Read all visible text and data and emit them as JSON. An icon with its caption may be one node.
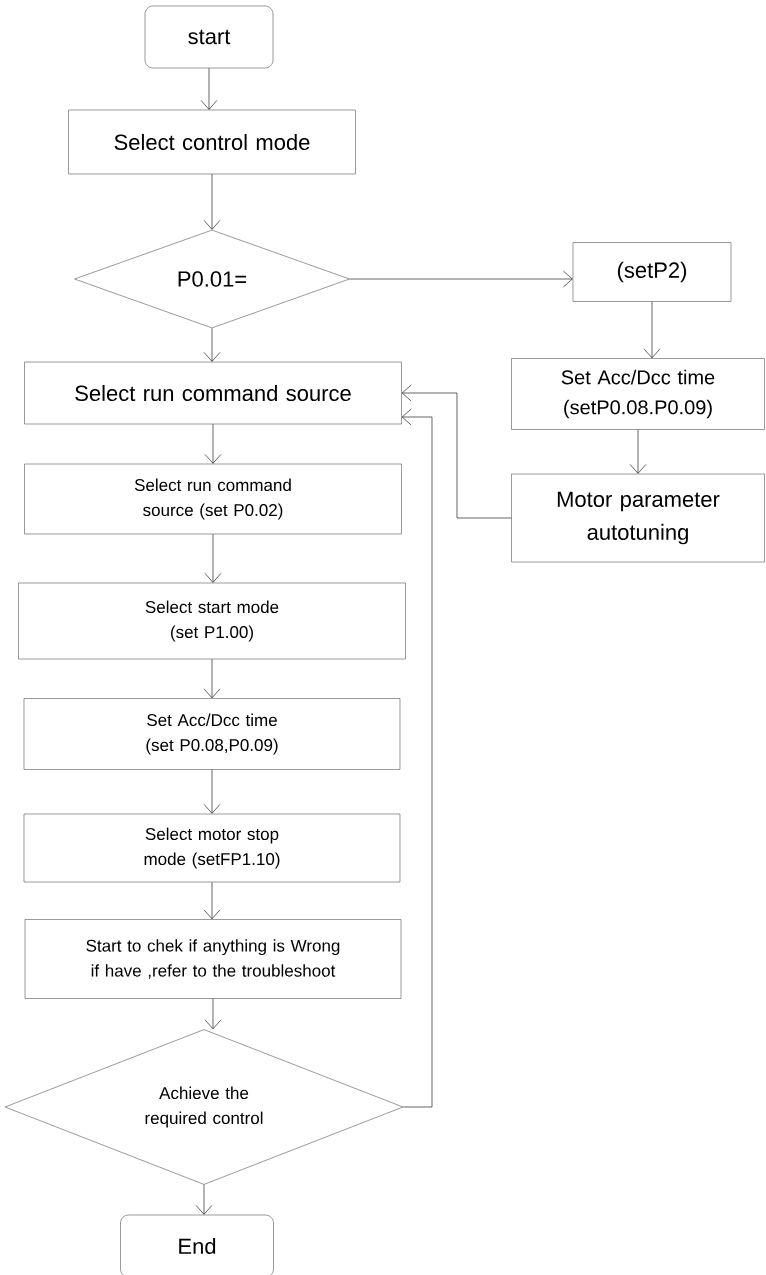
{
  "diagram": {
    "nodes": [
      {
        "text": [
          "start"
        ]
      },
      {
        "text": [
          "Select control mode"
        ]
      },
      {
        "text": [
          "P0.01="
        ]
      },
      {
        "text": [
          "Select run command source"
        ]
      },
      {
        "text": [
          "(setP2)"
        ]
      },
      {
        "text": [
          "Set Acc/Dcc time (setP0.08.P0.09)"
        ]
      },
      {
        "text": [
          "Motor parameter autotuning"
        ]
      },
      {
        "text": [
          "Select run command source (set P0.02)"
        ]
      },
      {
        "text": [
          "Select start mode (set P1.00)"
        ]
      },
      {
        "text": [
          "Set Acc/Dcc time (set P0.08,P0.09)"
        ]
      },
      {
        "text": [
          "Select motor stop mode (setFP1.10)"
        ]
      },
      {
        "text": [
          "Start to chek if anything is Wrong if have ,refer to the troubleshoot"
        ]
      },
      {
        "text": [
          "Achieve the required control"
        ]
      },
      {
        "text": [
          "End"
        ]
      }
    ],
    "edges": [
      {
        "from": 0,
        "to": 1,
        "arrow": "to"
      },
      {
        "from": 1,
        "to": 2,
        "arrow": "to"
      },
      {
        "from": 2,
        "to": 3,
        "arrow": "to"
      },
      {
        "from": 2,
        "to": 4,
        "arrow": "to"
      },
      {
        "from": 4,
        "to": 5,
        "arrow": "to"
      },
      {
        "from": 5,
        "to": 6,
        "arrow": "to"
      },
      {
        "from": 6,
        "to": 3,
        "arrow": "to"
      },
      {
        "from": 3,
        "to": 7,
        "arrow": "to"
      },
      {
        "from": 7,
        "to": 8,
        "arrow": "to"
      },
      {
        "from": 8,
        "to": 9,
        "arrow": "to"
      },
      {
        "from": 9,
        "to": 10,
        "arrow": "to"
      },
      {
        "from": 10,
        "to": 11,
        "arrow": "to"
      },
      {
        "from": 11,
        "to": 12,
        "arrow": "to"
      },
      {
        "from": 12,
        "to": 3,
        "arrow": "to"
      },
      {
        "from": 12,
        "to": 13,
        "arrow": "to"
      }
    ]
  }
}
